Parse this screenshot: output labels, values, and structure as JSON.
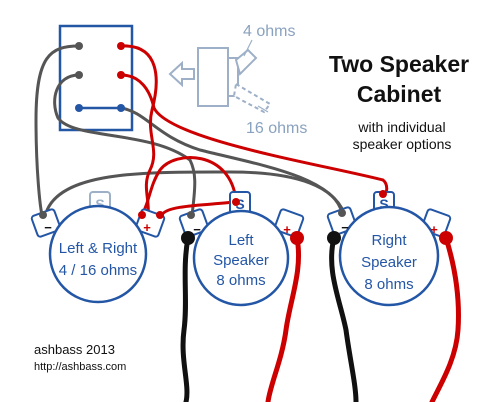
{
  "title": {
    "line1": "Two Speaker",
    "line2": "Cabinet",
    "sub1": "with individual",
    "sub2": "speaker options"
  },
  "switch_labels": {
    "upper": "4 ohms",
    "lower": "16 ohms"
  },
  "speakers": {
    "combined": {
      "line1": "Left & Right",
      "line2": "4 / 16 ohms"
    },
    "left": {
      "line1": "Left",
      "line2": "Speaker",
      "line3": "8 ohms"
    },
    "right": {
      "line1": "Right",
      "line2": "Speaker",
      "line3": "8 ohms"
    }
  },
  "terminals": {
    "switch_symbol": "S",
    "minus": "−",
    "plus": "+"
  },
  "credit": {
    "author": "ashbass 2013",
    "url": "http://ashbass.com"
  },
  "colors": {
    "outline": "#2456a6",
    "wire_red": "#cc0000",
    "wire_grey": "#555555",
    "wire_black": "#111111",
    "switch_grey": "#9db0c8"
  }
}
